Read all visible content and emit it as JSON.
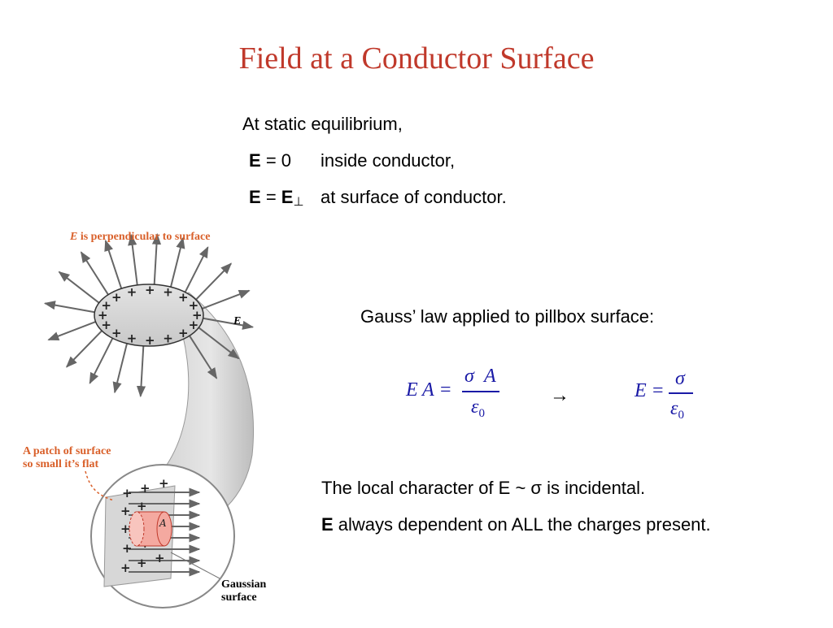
{
  "slide": {
    "title": "Field at a Conductor Surface",
    "equilibrium_intro": "At static equilibrium,",
    "line1": {
      "var": "E",
      "rhs": "= 0",
      "desc": "inside conductor,"
    },
    "line2": {
      "var": "E",
      "rhs_pre": "= ",
      "rhs_var": "E",
      "rhs_sub": "⊥",
      "desc": "at surface of conductor."
    },
    "gauss_heading": "Gauss’ law applied to pillbox surface:",
    "equation1": {
      "lhs_e": "E",
      "lhs_a": "A",
      "eq": "=",
      "num_sigma": "σ",
      "num_a": "A",
      "den_eps": "ε",
      "den_sub": "0"
    },
    "arrow": "→",
    "equation2": {
      "lhs_e": "E",
      "eq": "=",
      "num_sigma": "σ",
      "den_eps": "ε",
      "den_sub": "0"
    },
    "note1": "The local character of E ~ σ is incidental.",
    "note2_bold": "E",
    "note2_rest": " always dependent on ALL the charges present."
  },
  "figure": {
    "label_perp_vec": "E",
    "label_perp_rest": " is perpendicular to surface",
    "label_field": "E",
    "label_patch_line1": "A patch of surface",
    "label_patch_line2": "so small it’s flat",
    "label_gauss_line1": "Gaussian",
    "label_gauss_line2": "surface",
    "label_area": "A",
    "plus": "+",
    "colors": {
      "accent": "#d9602a",
      "title": "#c0392b",
      "math": "#1a1aa6",
      "pillbox": "#f4a9a0"
    }
  }
}
